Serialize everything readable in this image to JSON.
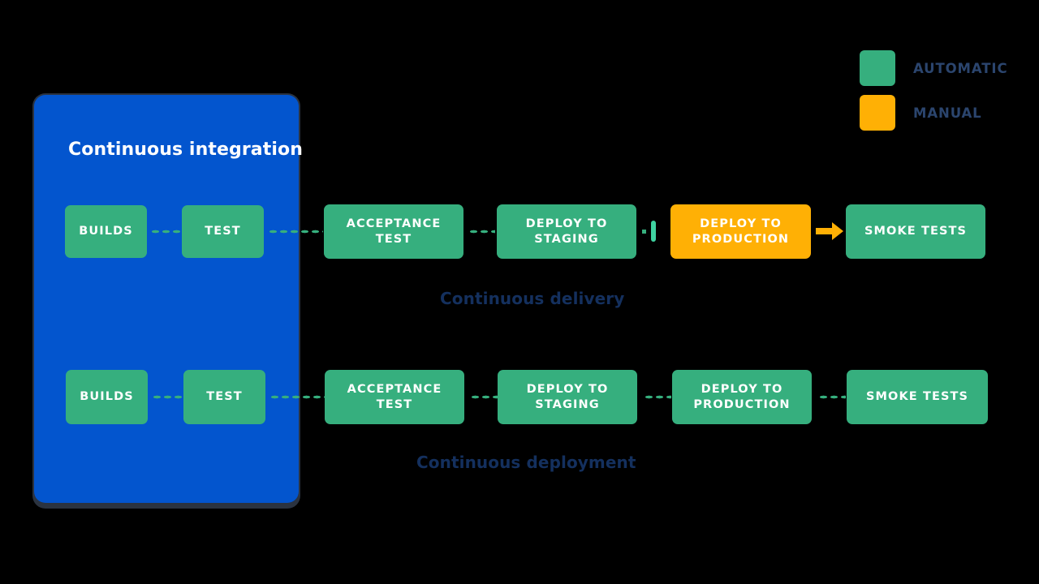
{
  "legend": {
    "items": [
      {
        "label": "AUTOMATIC",
        "color": "#36af7e",
        "icon": "green-square-swatch"
      },
      {
        "label": "MANUAL",
        "color": "#ffb005",
        "icon": "orange-square-swatch"
      }
    ]
  },
  "ci_panel": {
    "title": "Continuous integration",
    "color": "#0355ce"
  },
  "delivery_row": {
    "caption": "Continuous delivery",
    "nodes": [
      {
        "label": "BUILDS",
        "type": "automatic"
      },
      {
        "label": "TEST",
        "type": "automatic"
      },
      {
        "label": "ACCEPTANCE TEST",
        "type": "automatic"
      },
      {
        "label": "DEPLOY TO STAGING",
        "type": "automatic"
      },
      {
        "label": "DEPLOY TO PRODUCTION",
        "type": "manual"
      },
      {
        "label": "SMOKE TESTS",
        "type": "automatic"
      }
    ]
  },
  "deployment_row": {
    "caption": "Continuous deployment",
    "nodes": [
      {
        "label": "BUILDS",
        "type": "automatic"
      },
      {
        "label": "TEST",
        "type": "automatic"
      },
      {
        "label": "ACCEPTANCE TEST",
        "type": "automatic"
      },
      {
        "label": "DEPLOY TO STAGING",
        "type": "automatic"
      },
      {
        "label": "DEPLOY TO PRODUCTION",
        "type": "automatic"
      },
      {
        "label": "SMOKE TESTS",
        "type": "automatic"
      }
    ]
  },
  "colors": {
    "background": "#000000",
    "automatic": "#36af7e",
    "manual": "#ffb005",
    "panel": "#0355ce",
    "caption_text": "#14305e",
    "legend_text": "#2b456e"
  }
}
